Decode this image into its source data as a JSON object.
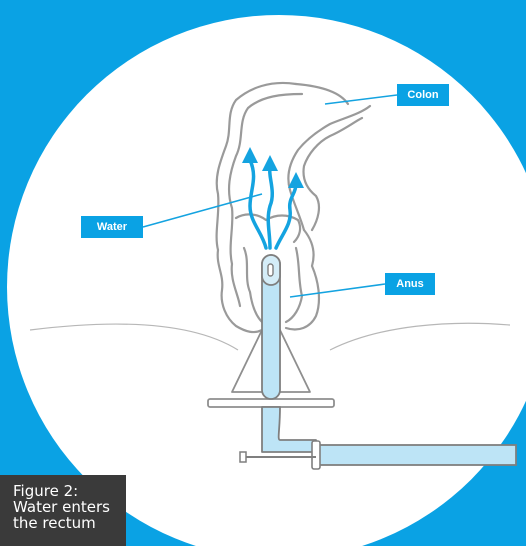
{
  "labels": {
    "colon": "Colon",
    "water": "Water",
    "anus": "Anus"
  },
  "caption": "Figure 2:\nWater enters\nthe rectum",
  "colors": {
    "background": "#0aa2e4",
    "circle": "#ffffff",
    "anatomy_outline": "#9a9a9a",
    "water_arrow": "#14a3e0",
    "tube_fill": "#bde4f6",
    "caption_bg": "#3a3a3a"
  }
}
